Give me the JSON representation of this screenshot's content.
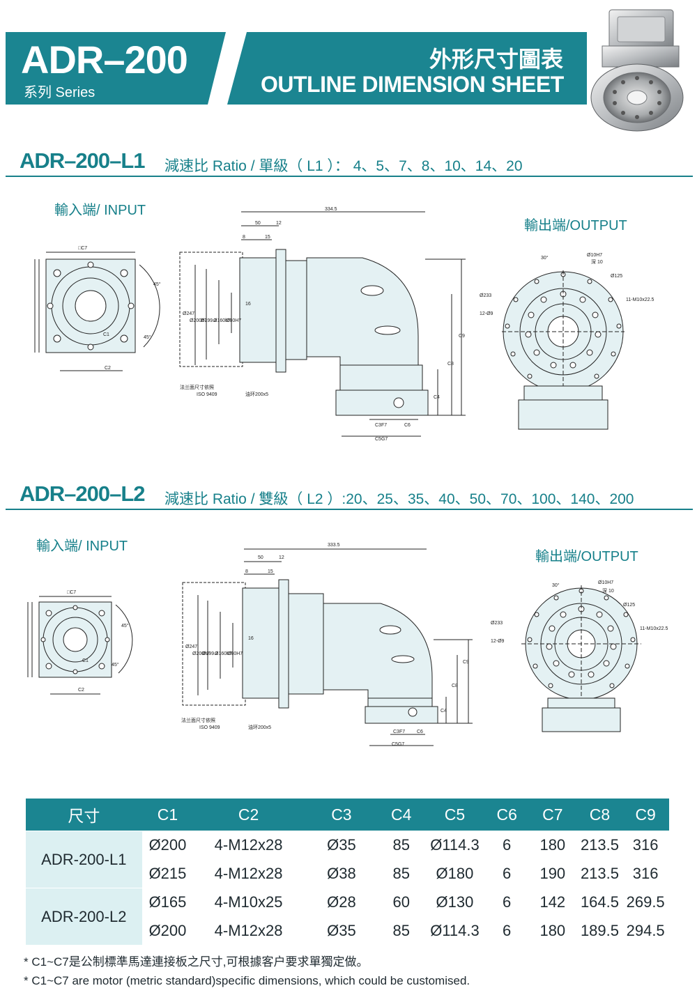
{
  "header": {
    "series_title": "ADR–200",
    "series_sub": "系列 Series",
    "sheet_title_cn": "外形尺寸圖表",
    "sheet_title_en": "OUTLINE DIMENSION SHEET"
  },
  "sections": [
    {
      "title": "ADR–200–L1",
      "ratio": "減速比 Ratio / 單級（ L1 ）： 4、5、7、8、10、14、20",
      "input_label": "輸入端/ INPUT",
      "output_label": "輸出端/OUTPUT",
      "dims": {
        "overall": "334.5",
        "d50": "50",
        "d12": "12",
        "d8": "8",
        "d15": "15",
        "d16": "16",
        "d247": "Ø247",
        "d200": "Ø200h7",
        "d199": "Ø199.2",
        "d160": "Ø160h7",
        "d80": "Ø80H7",
        "c7": "□C7",
        "c2": "C2",
        "c1": "C1",
        "a45a": "45°",
        "a45b": "45°",
        "note1": "法兰面尺寸依照",
        "iso": "ISO 9409",
        "note2": "油环200x5",
        "c3": "C3F7",
        "c5": "C5G7",
        "c6": "C6",
        "c4": "C4",
        "c8": "C8",
        "c9": "C9",
        "a30": "30°",
        "h10": "Ø10H7",
        "deep10": "深 10",
        "d125": "Ø125",
        "d233": "Ø233",
        "holes": "12-Ø9",
        "m10": "11-M10x22.5"
      }
    },
    {
      "title": "ADR–200–L2",
      "ratio": "減速比 Ratio / 雙級（ L2 ）:20、25、35、40、50、70、100、140、200",
      "input_label": "輸入端/ INPUT",
      "output_label": "輸出端/OUTPUT",
      "dims": {
        "overall": "333.5",
        "d50": "50",
        "d12": "12",
        "d8": "8",
        "d15": "15",
        "d16": "16",
        "d247": "Ø247",
        "d200": "Ø200h7",
        "d199": "Ø199.2",
        "d160": "Ø160h7",
        "d80": "Ø80H7",
        "c7": "□C7",
        "c2": "C2",
        "c1": "C1",
        "a45a": "45°",
        "a45b": "45°",
        "note1": "法兰面尺寸依照",
        "iso": "ISO 9409",
        "note2": "油环200x5",
        "c3": "C3F7",
        "c5": "C5G7",
        "c6": "C6",
        "c4": "C4",
        "c8": "C8",
        "c9": "C9",
        "a30": "30°",
        "h10": "Ø10H7",
        "deep10": "深 10",
        "d125": "Ø125",
        "d233": "Ø233",
        "holes": "12-Ø9",
        "m10": "11-M10x22.5"
      }
    }
  ],
  "table": {
    "headers": [
      "尺寸",
      "C1",
      "C2",
      "C3",
      "C4",
      "C5",
      "C6",
      "C7",
      "C8",
      "C9"
    ],
    "groups": [
      {
        "model": "ADR-200-L1",
        "rows": [
          [
            "Ø200",
            "4-M12x28",
            "Ø35",
            "85",
            "Ø114.3",
            "6",
            "180",
            "213.5",
            "316"
          ],
          [
            "Ø215",
            "4-M12x28",
            "Ø38",
            "85",
            "Ø180",
            "6",
            "190",
            "213.5",
            "316"
          ]
        ]
      },
      {
        "model": "ADR-200-L2",
        "rows": [
          [
            "Ø165",
            "4-M10x25",
            "Ø28",
            "60",
            "Ø130",
            "6",
            "142",
            "164.5",
            "269.5"
          ],
          [
            "Ø200",
            "4-M12x28",
            "Ø35",
            "85",
            "Ø114.3",
            "6",
            "180",
            "189.5",
            "294.5"
          ]
        ]
      }
    ]
  },
  "notes": [
    "* C1~C7是公制標準馬達連接板之尺寸,可根據客户要求單獨定做。",
    "* C1~C7 are motor (metric standard)specific dimensions, which could be customised."
  ],
  "colors": {
    "accent": "#17808a",
    "header_bg": "#1b8591",
    "cell_bg": "#dcf0f2",
    "part_fill": "#e4f1f3"
  }
}
